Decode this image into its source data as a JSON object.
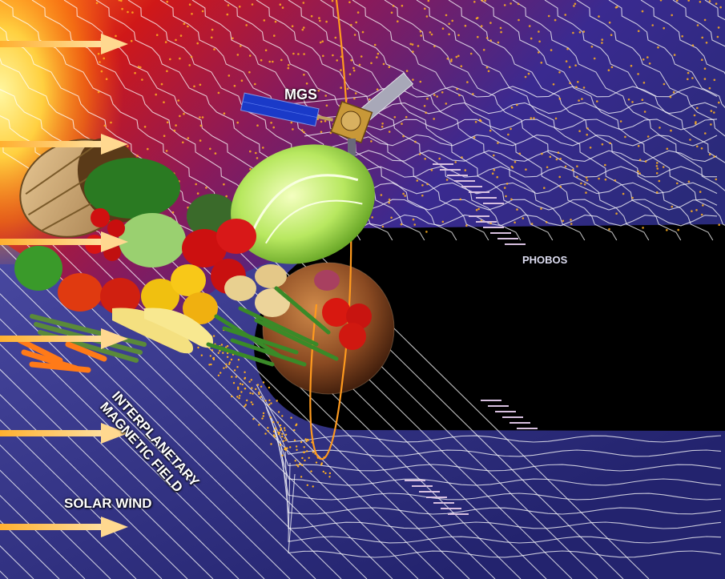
{
  "labels": {
    "mgs": "MGS",
    "phobos": "PHOBOS",
    "imf_line1": "INTERPLANETARY",
    "imf_line2": "MAGNETIC FIELD",
    "solar_wind": "SOLAR WIND"
  },
  "colors": {
    "arrow": "#ffc060",
    "field_line": "#ffffff",
    "orbit": "#ff9a1e",
    "wake": "#000000",
    "sheath_hot": "#d4201c",
    "sheath_cool": "#3a2a90",
    "solar_wind_region": "#3a3aa0",
    "sun_glow": "#fff27a",
    "particles": "#ffb020"
  },
  "icons": {
    "spacecraft": "mgs-spacecraft-icon",
    "planet": "mars-planet-icon",
    "vegetables": "vegetable-basket-icon",
    "arrows": "solar-wind-arrow-icon"
  }
}
